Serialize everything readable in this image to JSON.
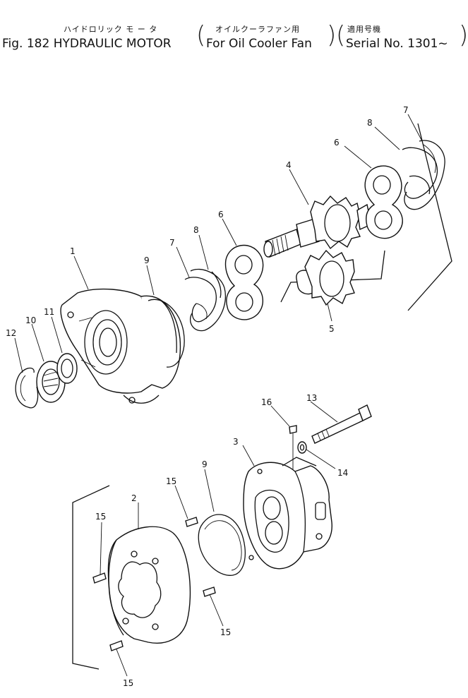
{
  "header": {
    "jp_title": "ハイドロリック モ ー タ",
    "jp_sub1": "オイルクーラファン用",
    "jp_sub2": "適用号機",
    "fig_title": "Fig. 182 HYDRAULIC MOTOR",
    "sub1": "For Oil Cooler Fan",
    "sub2": "Serial No. 1301~"
  },
  "callouts": {
    "c1": "1",
    "c2": "2",
    "c3": "3",
    "c4": "4",
    "c5": "5",
    "c6a": "6",
    "c6b": "6",
    "c7a": "7",
    "c7b": "7",
    "c8a": "8",
    "c8b": "8",
    "c9a": "9",
    "c9b": "9",
    "c10": "10",
    "c11": "11",
    "c12": "12",
    "c13": "13",
    "c14": "14",
    "c15a": "15",
    "c15b": "15",
    "c15c": "15",
    "c15d": "15",
    "c16": "16"
  }
}
